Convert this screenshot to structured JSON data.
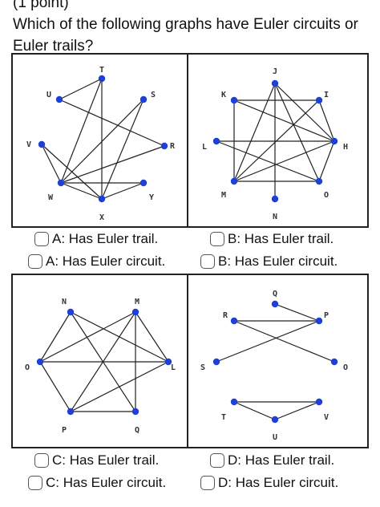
{
  "question": {
    "points": "(1 point)",
    "line1": "Which of the following graphs have Euler circuits or",
    "line2": "Euler trails?"
  },
  "graphs": [
    {
      "id": "graph-1",
      "nodes": [
        {
          "label": "T"
        },
        {
          "label": "S"
        },
        {
          "label": "U"
        },
        {
          "label": "V"
        },
        {
          "label": "R"
        },
        {
          "label": "W"
        },
        {
          "label": "Y"
        },
        {
          "label": "X"
        }
      ]
    },
    {
      "id": "graph-2",
      "nodes": [
        {
          "label": "J"
        },
        {
          "label": "K"
        },
        {
          "label": "I"
        },
        {
          "label": "L"
        },
        {
          "label": "H"
        },
        {
          "label": "M"
        },
        {
          "label": "O"
        },
        {
          "label": "N"
        }
      ]
    },
    {
      "id": "graph-3",
      "nodes": [
        {
          "label": "N"
        },
        {
          "label": "M"
        },
        {
          "label": "O"
        },
        {
          "label": "L"
        },
        {
          "label": "P"
        },
        {
          "label": "Q"
        }
      ]
    },
    {
      "id": "graph-4",
      "nodes": [
        {
          "label": "Q"
        },
        {
          "label": "R"
        },
        {
          "label": "P"
        },
        {
          "label": "S"
        },
        {
          "label": "O"
        },
        {
          "label": "T"
        },
        {
          "label": "V"
        },
        {
          "label": "U"
        }
      ]
    }
  ],
  "options": {
    "a_trail": "A: Has Euler trail.",
    "b_trail": "B: Has Euler trail.",
    "a_circuit": "A: Has Euler circuit.",
    "b_circuit": "B: Has Euler circuit.",
    "c_trail": "C: Has Euler trail.",
    "d_trail": "D: Has Euler trail.",
    "c_circuit": "C: Has Euler circuit.",
    "d_circuit": "D: Has Euler circuit."
  },
  "colors": {
    "node": "#1e3fd8",
    "edge": "#222222",
    "label": "#333333"
  }
}
